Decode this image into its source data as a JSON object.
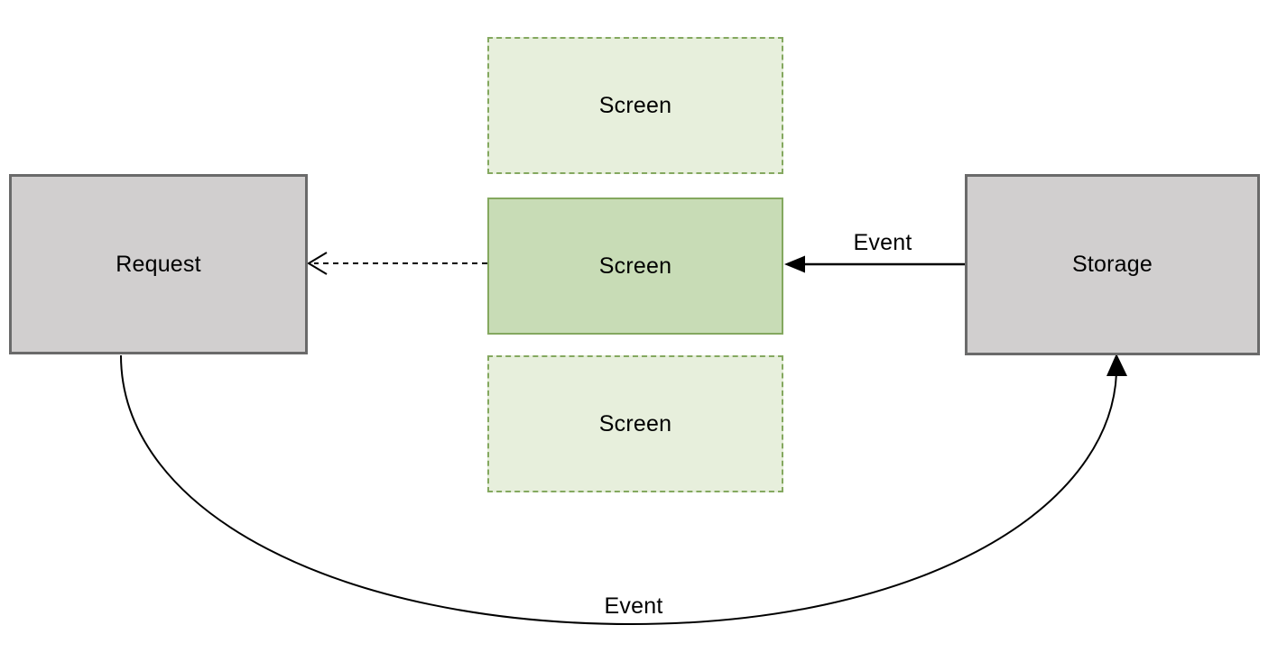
{
  "diagram": {
    "boxes": {
      "request": {
        "label": "Request"
      },
      "storage": {
        "label": "Storage"
      },
      "screen_top": {
        "label": "Screen"
      },
      "screen_middle": {
        "label": "Screen"
      },
      "screen_bottom": {
        "label": "Screen"
      }
    },
    "arrows": {
      "storage_to_screen": {
        "label": "Event",
        "style": "solid",
        "direction": "storage-to-middle-screen"
      },
      "screen_to_request": {
        "label": "",
        "style": "dashed",
        "direction": "middle-screen-to-request"
      },
      "request_to_storage": {
        "label": "Event",
        "style": "curved-solid",
        "direction": "request-to-storage"
      }
    },
    "colors": {
      "background": "#ffffff",
      "gray_fill": "#d1cfcf",
      "gray_border": "#6a6a6a",
      "green_fill_solid": "#c8dcb6",
      "green_fill_light": "#e7efdc",
      "green_border": "#84a85f",
      "arrow": "#000000",
      "text": "#000000"
    }
  }
}
